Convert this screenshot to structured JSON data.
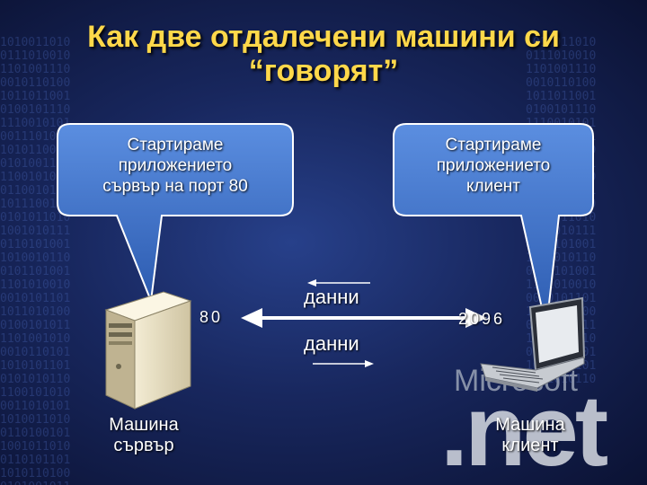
{
  "title": {
    "line1": "Как две отдалечени машини си",
    "line2": "“говорят”"
  },
  "server_bubble": {
    "line1": "Стартираме",
    "line2": "приложението",
    "line3": "сървър на порт 80"
  },
  "client_bubble": {
    "line1": "Стартираме",
    "line2": "приложението",
    "line3": "клиент"
  },
  "server": {
    "port": "80",
    "label_line1": "Машина",
    "label_line2": "сървър",
    "icon": "server-tower-icon"
  },
  "client": {
    "port": "2096",
    "label_line1": "Машина",
    "label_line2": "клиент",
    "icon": "laptop-icon"
  },
  "data_top": "данни",
  "data_bottom": "данни",
  "logo": {
    "word1": "Microsoft",
    "word2": ".net"
  },
  "colors": {
    "title": "#ffd84a",
    "bubble": "#3d6fc4",
    "background": "#18275e"
  }
}
